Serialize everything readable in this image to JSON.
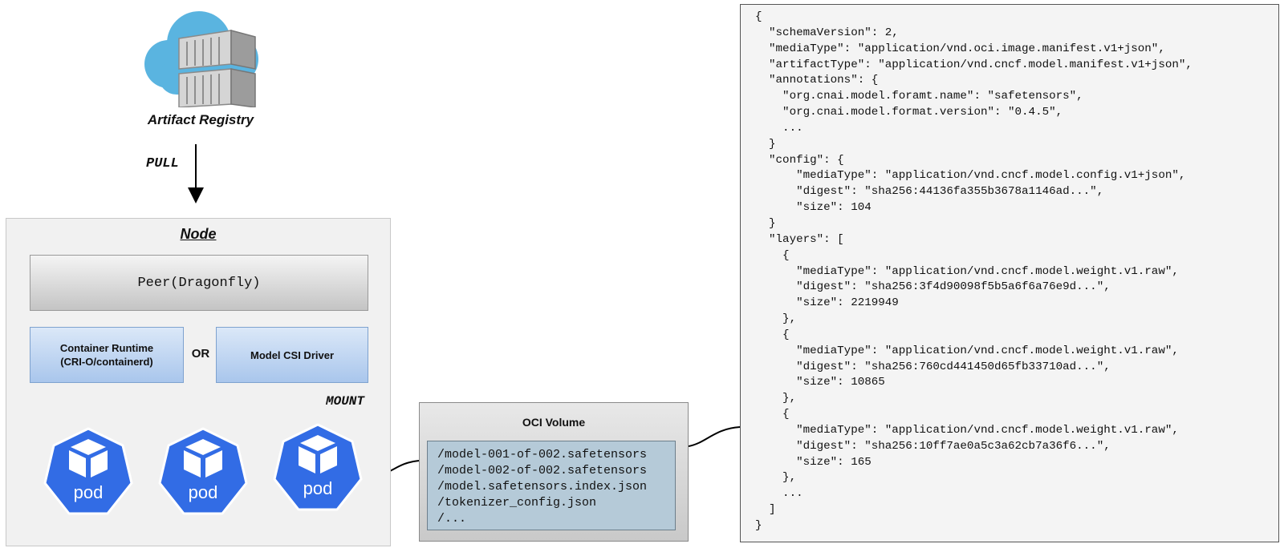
{
  "registry": {
    "label": "Artifact Registry",
    "icon": "cloud-container-registry-icon"
  },
  "pull_label": "PULL",
  "node": {
    "title": "Node",
    "peer_label": "Peer(Dragonfly)",
    "runtime_label_line1": "Container Runtime",
    "runtime_label_line2": "(CRI-O/containerd)",
    "or_label": "OR",
    "csi_label": "Model CSI Driver",
    "mount_label": "MOUNT",
    "pods": [
      {
        "label": "pod"
      },
      {
        "label": "pod"
      },
      {
        "label": "pod"
      }
    ]
  },
  "oci_volume": {
    "title": "OCI Volume",
    "files": [
      "/model-001-of-002.safetensors",
      "/model-002-of-002.safetensors",
      "/model.safetensors.index.json",
      "/tokenizer_config.json",
      "/..."
    ]
  },
  "manifest": {
    "lines": [
      "{",
      "  \"schemaVersion\": 2,",
      "  \"mediaType\": \"application/vnd.oci.image.manifest.v1+json\",",
      "  \"artifactType\": \"application/vnd.cncf.model.manifest.v1+json\",",
      "  \"annotations\": {",
      "    \"org.cnai.model.foramt.name\": \"safetensors\",",
      "    \"org.cnai.model.format.version\": \"0.4.5\",",
      "    ...",
      "  }",
      "  \"config\": {",
      "      \"mediaType\": \"application/vnd.cncf.model.config.v1+json\",",
      "      \"digest\": \"sha256:44136fa355b3678a1146ad...\",",
      "      \"size\": 104",
      "  }",
      "  \"layers\": [",
      "    {",
      "      \"mediaType\": \"application/vnd.cncf.model.weight.v1.raw\",",
      "      \"digest\": \"sha256:3f4d90098f5b5a6f6a76e9d...\",",
      "      \"size\": 2219949",
      "    },",
      "    {",
      "      \"mediaType\": \"application/vnd.cncf.model.weight.v1.raw\",",
      "      \"digest\": \"sha256:760cd441450d65fb33710ad...\",",
      "      \"size\": 10865",
      "    },",
      "    {",
      "      \"mediaType\": \"application/vnd.cncf.model.weight.v1.raw\",",
      "      \"digest\": \"sha256:10ff7ae0a5c3a62cb7a36f6...\",",
      "      \"size\": 165",
      "    },",
      "    ...",
      "  ]",
      "}"
    ]
  },
  "colors": {
    "pod_blue": "#326ce5",
    "cloud_blue": "#5ab4e0",
    "runtime_gradient_top": "#dbe8f8",
    "runtime_gradient_bottom": "#a9c6ec",
    "oci_files_bg": "#b5cad8"
  }
}
